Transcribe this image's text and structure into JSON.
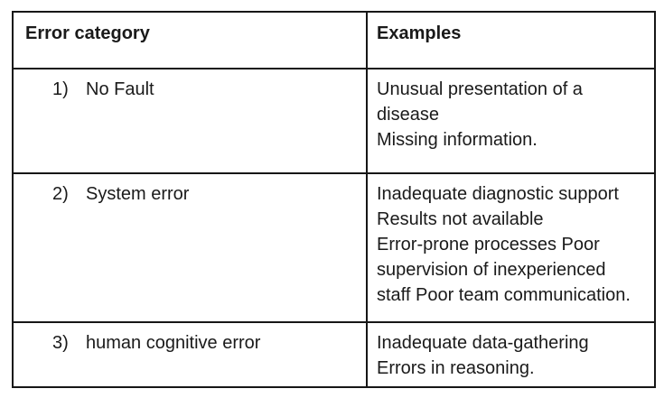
{
  "table": {
    "headers": [
      "Error category",
      "Examples"
    ],
    "rows": [
      {
        "number": "1)",
        "category": "No Fault",
        "example_lines": [
          "Unusual presentation of a",
          "disease",
          "Missing information."
        ]
      },
      {
        "number": "2)",
        "category": "System error",
        "example_lines": [
          "Inadequate diagnostic support",
          "Results not available",
          "Error-prone processes Poor",
          "supervision of inexperienced",
          "staff Poor team communication."
        ]
      },
      {
        "number": "3)",
        "category": "human cognitive error",
        "example_lines": [
          "Inadequate data-gathering",
          "Errors in reasoning."
        ]
      }
    ]
  },
  "colors": {
    "border": "#161616",
    "text": "#1a1a1a",
    "background": "#ffffff"
  }
}
